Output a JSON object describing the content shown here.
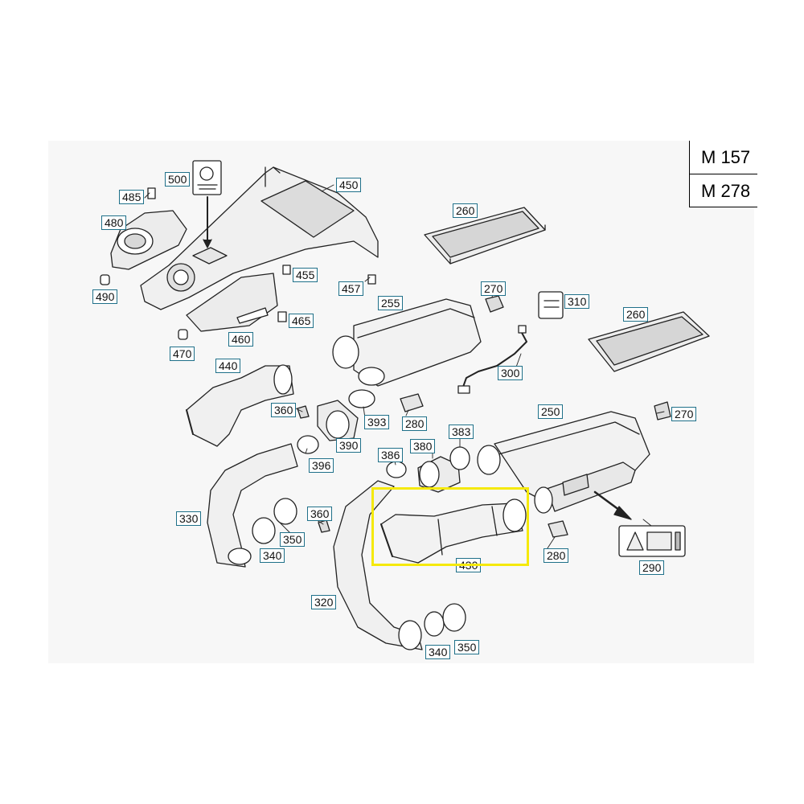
{
  "models": [
    "M 157",
    "M 278"
  ],
  "highlight": {
    "part": "430",
    "color": "#f5e90a"
  },
  "label_border_color": "#1f7089",
  "callouts": [
    "500",
    "485",
    "450",
    "480",
    "260",
    "490",
    "455",
    "457",
    "270",
    "310",
    "255",
    "260",
    "465",
    "460",
    "470",
    "440",
    "300",
    "360",
    "250",
    "270",
    "393",
    "280",
    "383",
    "390",
    "380",
    "386",
    "396",
    "330",
    "360",
    "350",
    "340",
    "280",
    "430",
    "290",
    "320",
    "340",
    "350"
  ]
}
